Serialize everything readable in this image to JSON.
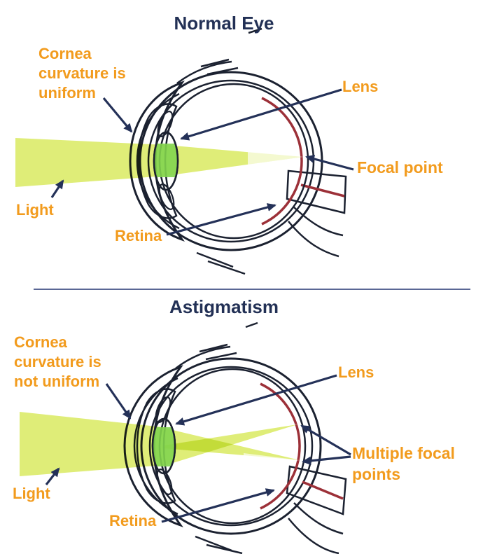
{
  "figure": {
    "type": "anatomy-comparison-diagram",
    "subject": "eye cross-sections comparing normal vision and astigmatism"
  },
  "colors": {
    "background": "#FFFFFF",
    "title_navy": "#223055",
    "label_orange": "#F29B1D",
    "arrow_navy": "#243158",
    "outline_dark": "#1B2130",
    "eye_interior_pink": "#EF9E9E",
    "retina_line_red": "#9C3038",
    "cornea_chamber_gray": "#BBBBBB",
    "lens_blue": "#64B1E8",
    "lens_light_green": "#82D44F",
    "light_beam_yellow_green": "#DCEC6C",
    "divider_blue_gray": "#5A6795"
  },
  "normal_section": {
    "title": "Normal Eye",
    "labels": {
      "cornea": [
        "Cornea",
        "curvature is",
        "uniform"
      ],
      "lens": "Lens",
      "focal": "Focal point",
      "light": "Light",
      "retina": "Retina"
    }
  },
  "astigmatism_section": {
    "title": "Astigmatism",
    "labels": {
      "cornea": [
        "Cornea",
        "curvature is",
        "not uniform"
      ],
      "lens": "Lens",
      "focal": [
        "Multiple focal",
        "points"
      ],
      "light": "Light",
      "retina": "Retina"
    }
  }
}
